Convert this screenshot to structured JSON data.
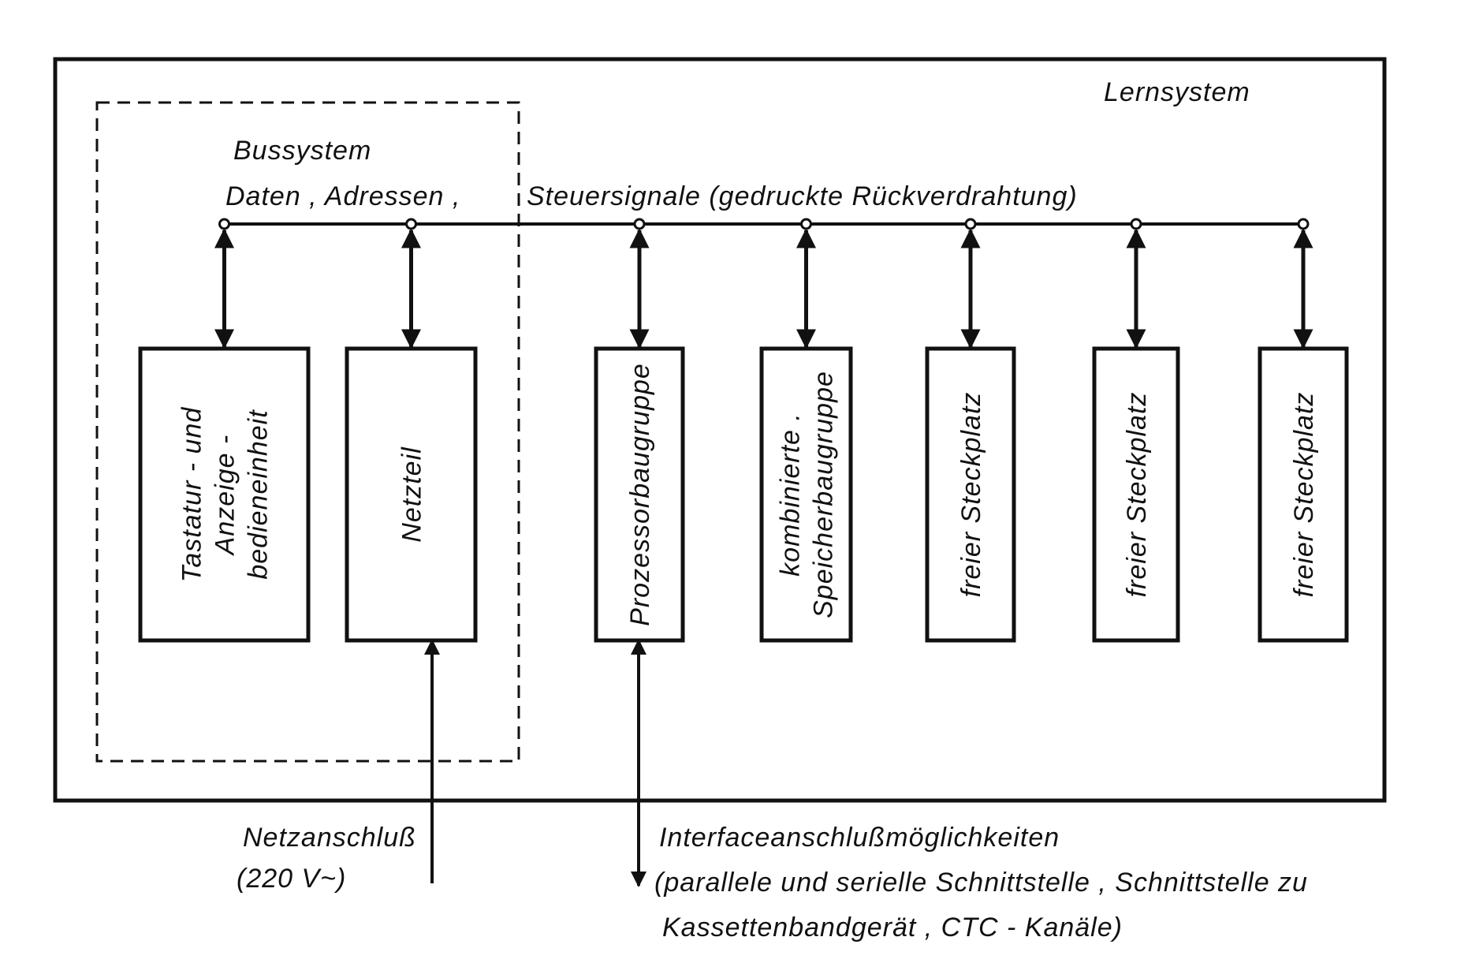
{
  "system_label": "Lernsystem",
  "bus": {
    "title": "Bussystem",
    "line_a": "Daten , Adressen ,",
    "line_b": "Steuersignale (gedruckte Rückverdrahtung)"
  },
  "modules": [
    {
      "lines": [
        "Tastatur - und",
        "Anzeige -",
        "bedieneinheit"
      ]
    },
    {
      "lines": [
        "Netzteil"
      ]
    },
    {
      "lines": [
        "Prozessorbaugruppe"
      ]
    },
    {
      "lines": [
        "kombinierte .",
        "Speicherbaugruppe"
      ]
    },
    {
      "lines": [
        "freier Steckplatz"
      ]
    },
    {
      "lines": [
        "freier Steckplatz"
      ]
    },
    {
      "lines": [
        "freier Steckplatz"
      ]
    }
  ],
  "power": {
    "line1": "Netzanschluß",
    "line2": "(220 V~)"
  },
  "interface": {
    "line1": "Interfaceanschlußmöglichkeiten",
    "line2": "(parallele und serielle Schnittstelle , Schnittstelle zu",
    "line3": "Kassettenbandgerät , CTC - Kanäle)"
  },
  "colors": {
    "ink": "#111111",
    "paper": "#ffffff"
  }
}
